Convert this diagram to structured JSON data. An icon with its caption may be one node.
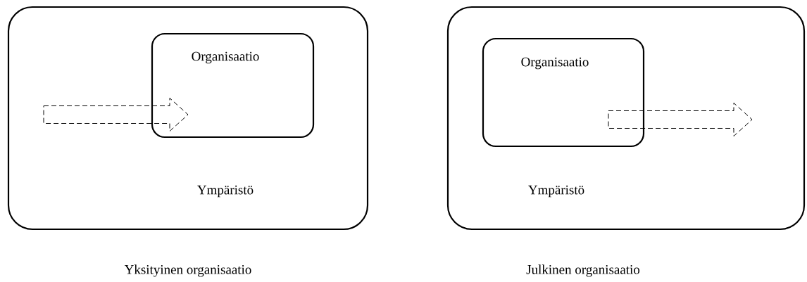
{
  "diagram": {
    "nodes": [
      {
        "text": [
          "Ympäristö"
        ],
        "beside": [
          "Yksityinen organisaatio"
        ]
      },
      {
        "text": [
          "Organisaatio"
        ],
        "in": 0
      },
      {
        "text": [
          "Ympäristö"
        ],
        "beside": [
          "Julkinen organisaatio"
        ]
      },
      {
        "text": [
          "Organisaatio"
        ],
        "in": 2
      }
    ],
    "edges": [
      {
        "from": null,
        "to": 1,
        "arrow": "to",
        "style": "dashed"
      },
      {
        "from": 3,
        "to": null,
        "arrow": "to",
        "style": "dashed"
      }
    ]
  }
}
